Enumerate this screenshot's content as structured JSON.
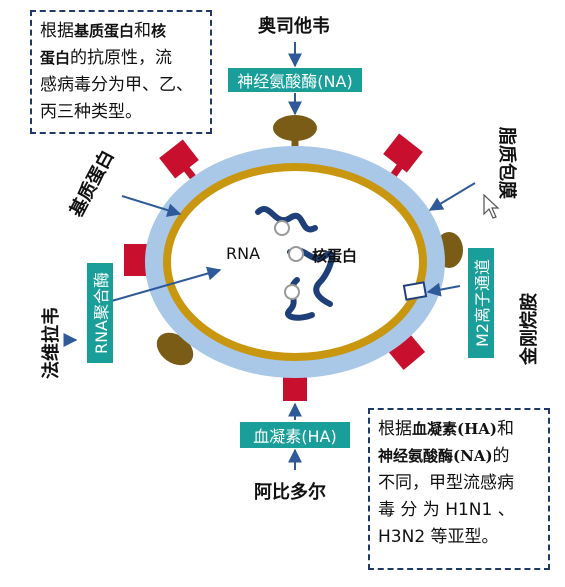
{
  "top_left_note": {
    "line1_a": "根据",
    "line1_b": "基质蛋白",
    "line1_c": "和",
    "line1_d": "核",
    "line2_a": "蛋白",
    "line2_b": "的抗原性，流",
    "line3": "感病毒分为甲、乙、",
    "line4": "丙三种类型。"
  },
  "bottom_right_note": {
    "line1_a": "根据",
    "line1_b": "血凝素(HA)",
    "line1_c": "和",
    "line2_a": "神经氨酸酶(NA)",
    "line2_b": "的",
    "line3": "不同，甲型流感病",
    "line4": "毒 分 为  H1N1 、",
    "line5": "H3N2 等亚型。"
  },
  "labels": {
    "oseltamivir": "奥司他韦",
    "na_box": "神经氨酸酶(NA)",
    "matrix_protein": "基质蛋白",
    "lipid_envelope": "脂质包膜",
    "rna": "RNA",
    "nucleoprotein": "核蛋白",
    "favipiravir": "法维拉韦",
    "rna_polymerase_box": "RNA聚合酶",
    "m2_channel_box": "M2离子通道",
    "amantadine": "金刚烷胺",
    "ha_box": "血凝素(HA)",
    "arbidol": "阿比多尔"
  },
  "colors": {
    "teal": "#1a9e99",
    "envelope_blue": "#a9c8e8",
    "matrix_gold": "#c8960f",
    "ha_red": "#c8102e",
    "na_brown": "#7a5c16",
    "rna_navy": "#1f3f7a",
    "arrow": "#2f5a9a"
  }
}
